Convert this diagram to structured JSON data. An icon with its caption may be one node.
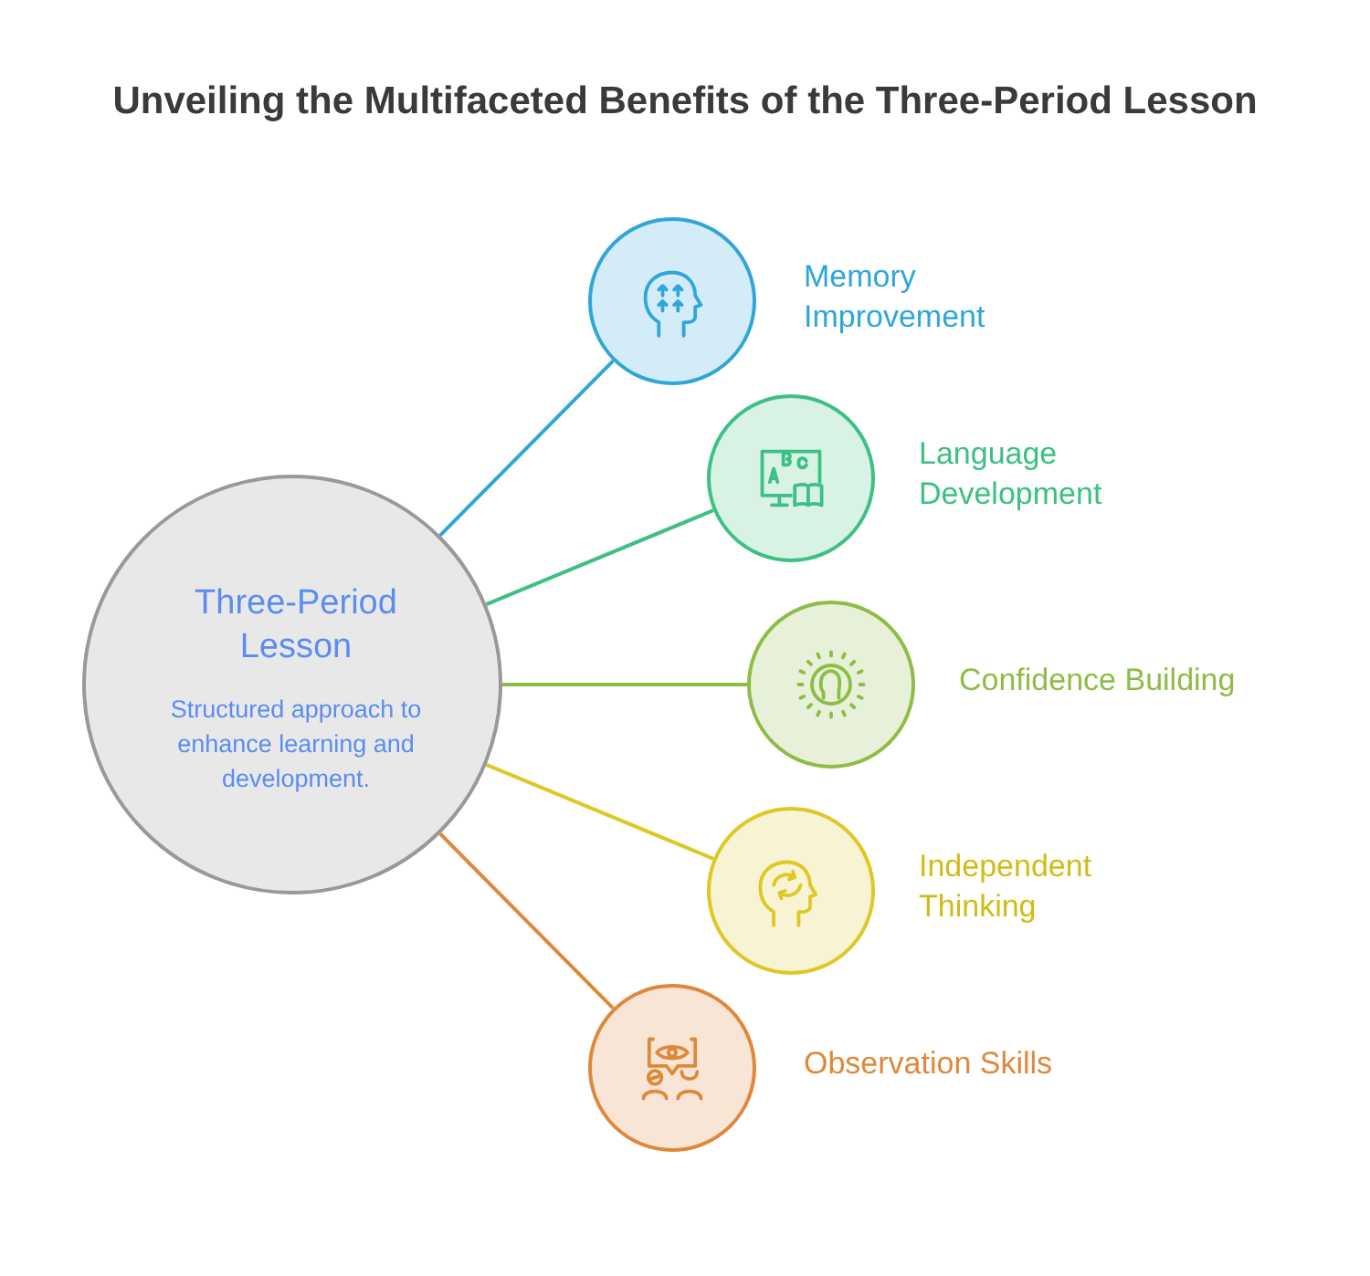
{
  "diagram": {
    "title": "Unveiling the Multifaceted Benefits of the Three-Period Lesson",
    "nodes": [
      {
        "text": [
          "Three-Period Lesson",
          "Structured approach to enhance learning and development."
        ]
      },
      {
        "text": [
          "Memory Improvement"
        ]
      },
      {
        "text": [
          "Language Development"
        ]
      },
      {
        "text": [
          "Confidence Building"
        ]
      },
      {
        "text": [
          "Independent Thinking"
        ]
      },
      {
        "text": [
          "Observation Skills"
        ]
      }
    ],
    "edges": [
      {
        "from": 0,
        "to": 1,
        "arrow": "none",
        "color": "#2ea7d8"
      },
      {
        "from": 0,
        "to": 2,
        "arrow": "none",
        "color": "#3cc083"
      },
      {
        "from": 0,
        "to": 3,
        "arrow": "none",
        "color": "#8dbd45"
      },
      {
        "from": 0,
        "to": 4,
        "arrow": "none",
        "color": "#ddc825"
      },
      {
        "from": 0,
        "to": 5,
        "arrow": "none",
        "color": "#e0883a"
      }
    ]
  }
}
